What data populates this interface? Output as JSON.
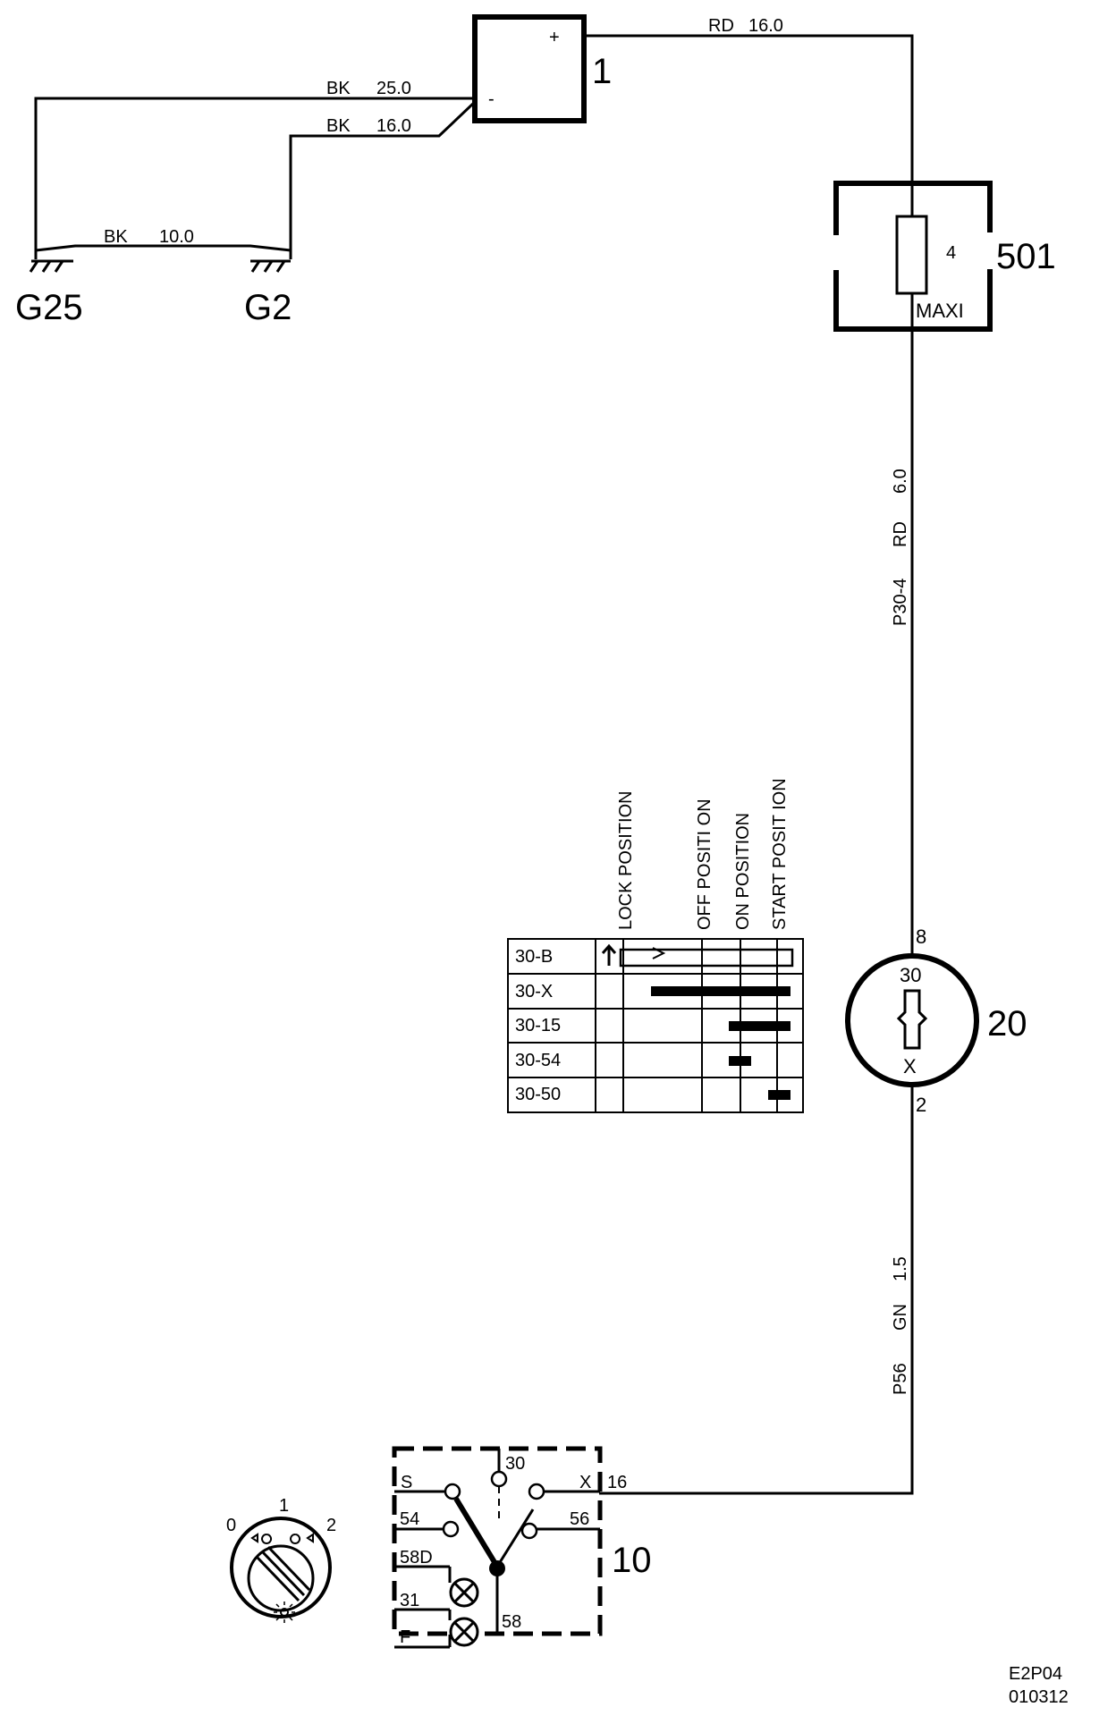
{
  "wires": {
    "bk25": {
      "color": "BK",
      "size": "25.0"
    },
    "bk16": {
      "color": "BK",
      "size": "16.0"
    },
    "bk10": {
      "color": "BK",
      "size": "10.0"
    },
    "rd16": {
      "color": "RD",
      "size": "16.0"
    },
    "rd6": {
      "color": "RD",
      "size": "6.0",
      "pin": "P30-4"
    },
    "gn15": {
      "color": "GN",
      "size": "1.5",
      "pin": "P56"
    }
  },
  "grounds": {
    "g25": "G25",
    "g2": "G2"
  },
  "battery": {
    "id": "1",
    "plus": "+",
    "minus": "-"
  },
  "fuse": {
    "id": "501",
    "number": "4",
    "type": "MAXI"
  },
  "ignition_switch": {
    "id": "20",
    "pin_top": "8",
    "pin_bottom": "2",
    "terminal_top": "30",
    "terminal_bottom": "X"
  },
  "position_table": {
    "headers": [
      "LOCK POSITION",
      "OFF POSITI ON",
      "ON POSITION",
      "START POSIT ION"
    ],
    "rows": [
      "30-B",
      "30-X",
      "30-15",
      "30-54",
      "30-50"
    ]
  },
  "light_switch": {
    "id": "10",
    "terminals": {
      "s": "S",
      "t30": "30",
      "x": "X",
      "pin16": "16",
      "t54": "54",
      "t56": "56",
      "t58d": "58D",
      "t31": "31",
      "f": "F",
      "t58": "58"
    },
    "knob_positions": [
      "0",
      "1",
      "2"
    ]
  },
  "footer": {
    "code": "E2P04",
    "date": "010312"
  }
}
